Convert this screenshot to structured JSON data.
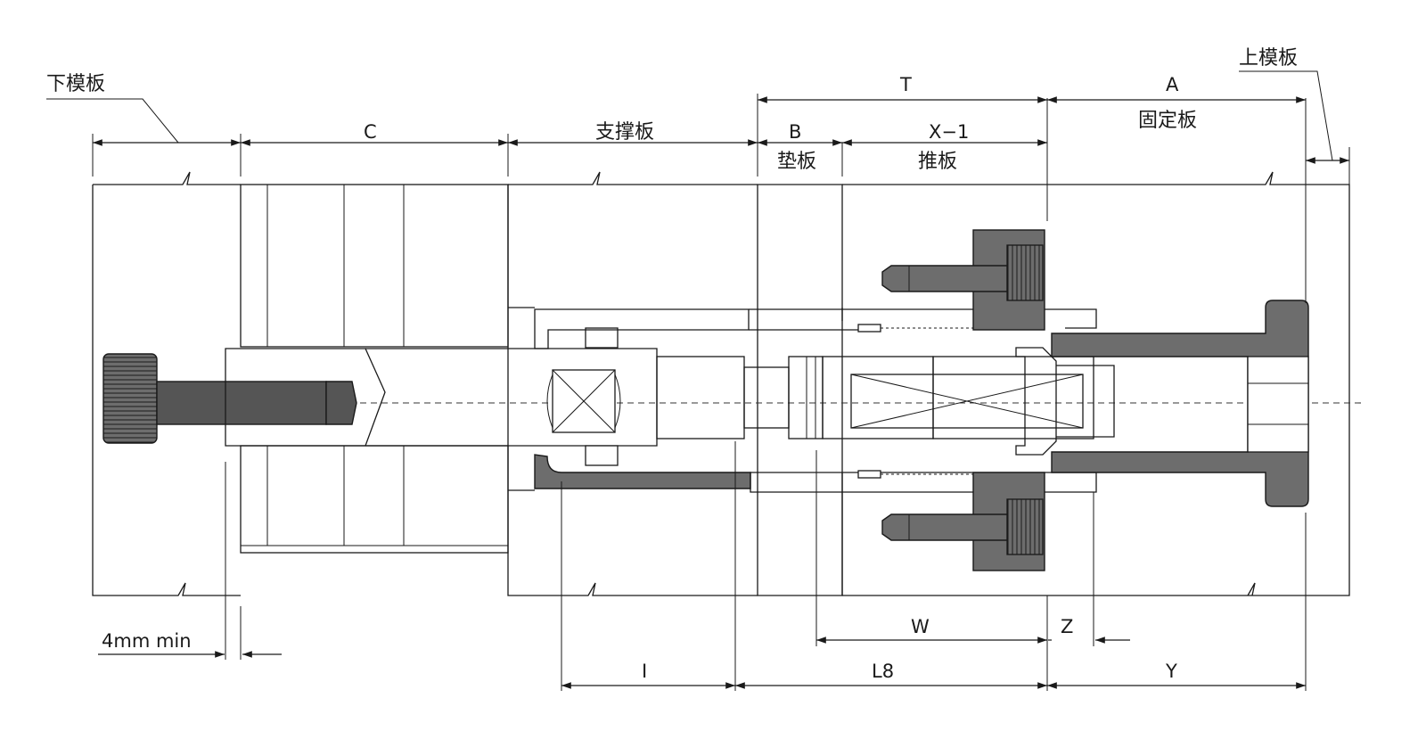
{
  "labels": {
    "lower_plate": "下模板",
    "upper_plate": "上模板",
    "C": "C",
    "support_plate": "支撑板",
    "T": "T",
    "B": "B",
    "spacer_plate": "垫板",
    "X1": "X−1",
    "push_plate": "推板",
    "A": "A",
    "fixed_plate": "固定板",
    "min_clearance": "4mm min",
    "W": "W",
    "Z": "Z",
    "I": "I",
    "L8": "L8",
    "Y": "Y"
  },
  "colors": {
    "line": "#1a1a1a",
    "shaded_part": "#6d6d6d",
    "dark_part": "#555555",
    "background": "#ffffff"
  }
}
